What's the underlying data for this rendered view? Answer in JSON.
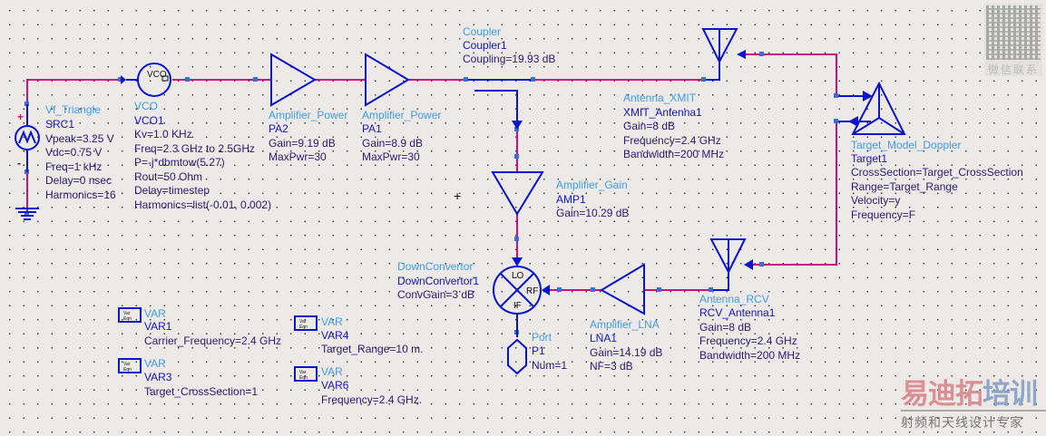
{
  "colors": {
    "wire": "#c8117a",
    "symbol": "#0a14d0",
    "type_label": "#3f9cec",
    "instance_label": "#1414c8",
    "param_label": "#2a1a72",
    "background": "#ece9e6"
  },
  "source": {
    "type": "Vf_Triangle",
    "name": "SRC1",
    "params": [
      "Vpeak=3.25 V",
      "Vdc=0.75 V",
      "Freq=1 kHz",
      "Delay=0 nsec",
      "Harmonics=16"
    ],
    "plus": "+",
    "minus": "-"
  },
  "vco": {
    "symbol": "VCO",
    "type": "VCO",
    "name": "VCO1",
    "params": [
      "Kv=1.0 KHz",
      "Freq=2.3 GHz to 2.5GHz",
      "P=-j*dbmtow(5.27)",
      "Rout=50 Ohm",
      "Delay=timestep",
      "Harmonics=list(-0.01, 0.002)"
    ]
  },
  "pa2": {
    "type": "Amplifier_Power",
    "name": "PA2",
    "params": [
      "Gain=9.19 dB",
      "MaxPwr=30"
    ]
  },
  "pa1": {
    "type": "Amplifier_Power",
    "name": "PA1",
    "params": [
      "Gain=8.9 dB",
      "MaxPwr=30"
    ]
  },
  "coupler": {
    "type": "Coupler",
    "name": "Coupler1",
    "params": [
      "Coupling=19.93 dB"
    ]
  },
  "xmit": {
    "type": "Antenna_XMIT",
    "name": "XMIT_Antenna1",
    "params": [
      "Gain=8 dB",
      "Frequency=2.4 GHz",
      "Bandwidth=200 MHz"
    ]
  },
  "target": {
    "type": "Target_Model_Doppler",
    "name": "Target1",
    "params": [
      "CrossSection=Target_CrossSection",
      "Range=Target_Range",
      "Velocity=y",
      "Frequency=F"
    ]
  },
  "amp": {
    "type": "Amplifier_Gain",
    "name": "AMP1",
    "params": [
      "Gain=10.29 dB"
    ]
  },
  "mixer": {
    "type": "DownConvertor",
    "name": "DownConvertor1",
    "params": [
      "ConvGain=3 dB"
    ],
    "ports": [
      "LO",
      "RF",
      "IF"
    ]
  },
  "lna": {
    "type": "Amplifier_LNA",
    "name": "LNA1",
    "params": [
      "Gain=14.19 dB",
      "NF=3 dB"
    ]
  },
  "rcv": {
    "type": "Antenna_RCV",
    "name": "RCV_Antenna1",
    "params": [
      "Gain=8 dB",
      "Frequency=2.4 GHz",
      "Bandwidth=200 MHz"
    ]
  },
  "port": {
    "type": "Port",
    "name": "P1",
    "params": [
      "Num=1"
    ]
  },
  "vars": [
    {
      "icon": [
        "Var",
        "Eqn"
      ],
      "type": "VAR",
      "name": "VAR1",
      "params": [
        "Carrier_Frequency=2.4 GHz"
      ]
    },
    {
      "icon": [
        "Var",
        "Eqn"
      ],
      "type": "VAR",
      "name": "VAR3",
      "params": [
        "Target_CrossSection=1"
      ]
    },
    {
      "icon": [
        "Var",
        "Eqn"
      ],
      "type": "VAR",
      "name": "VAR4",
      "params": [
        "Target_Range=10 m."
      ]
    },
    {
      "icon": [
        "Var",
        "Eqn"
      ],
      "type": "VAR",
      "name": "VAR6",
      "params": [
        "Frequency=2.4 GHz."
      ]
    }
  ],
  "watermark": {
    "qr_caption": "微信联系",
    "brand_a": "易迪拓",
    "brand_b": "培训",
    "slogan": "射频和天线设计专家"
  }
}
